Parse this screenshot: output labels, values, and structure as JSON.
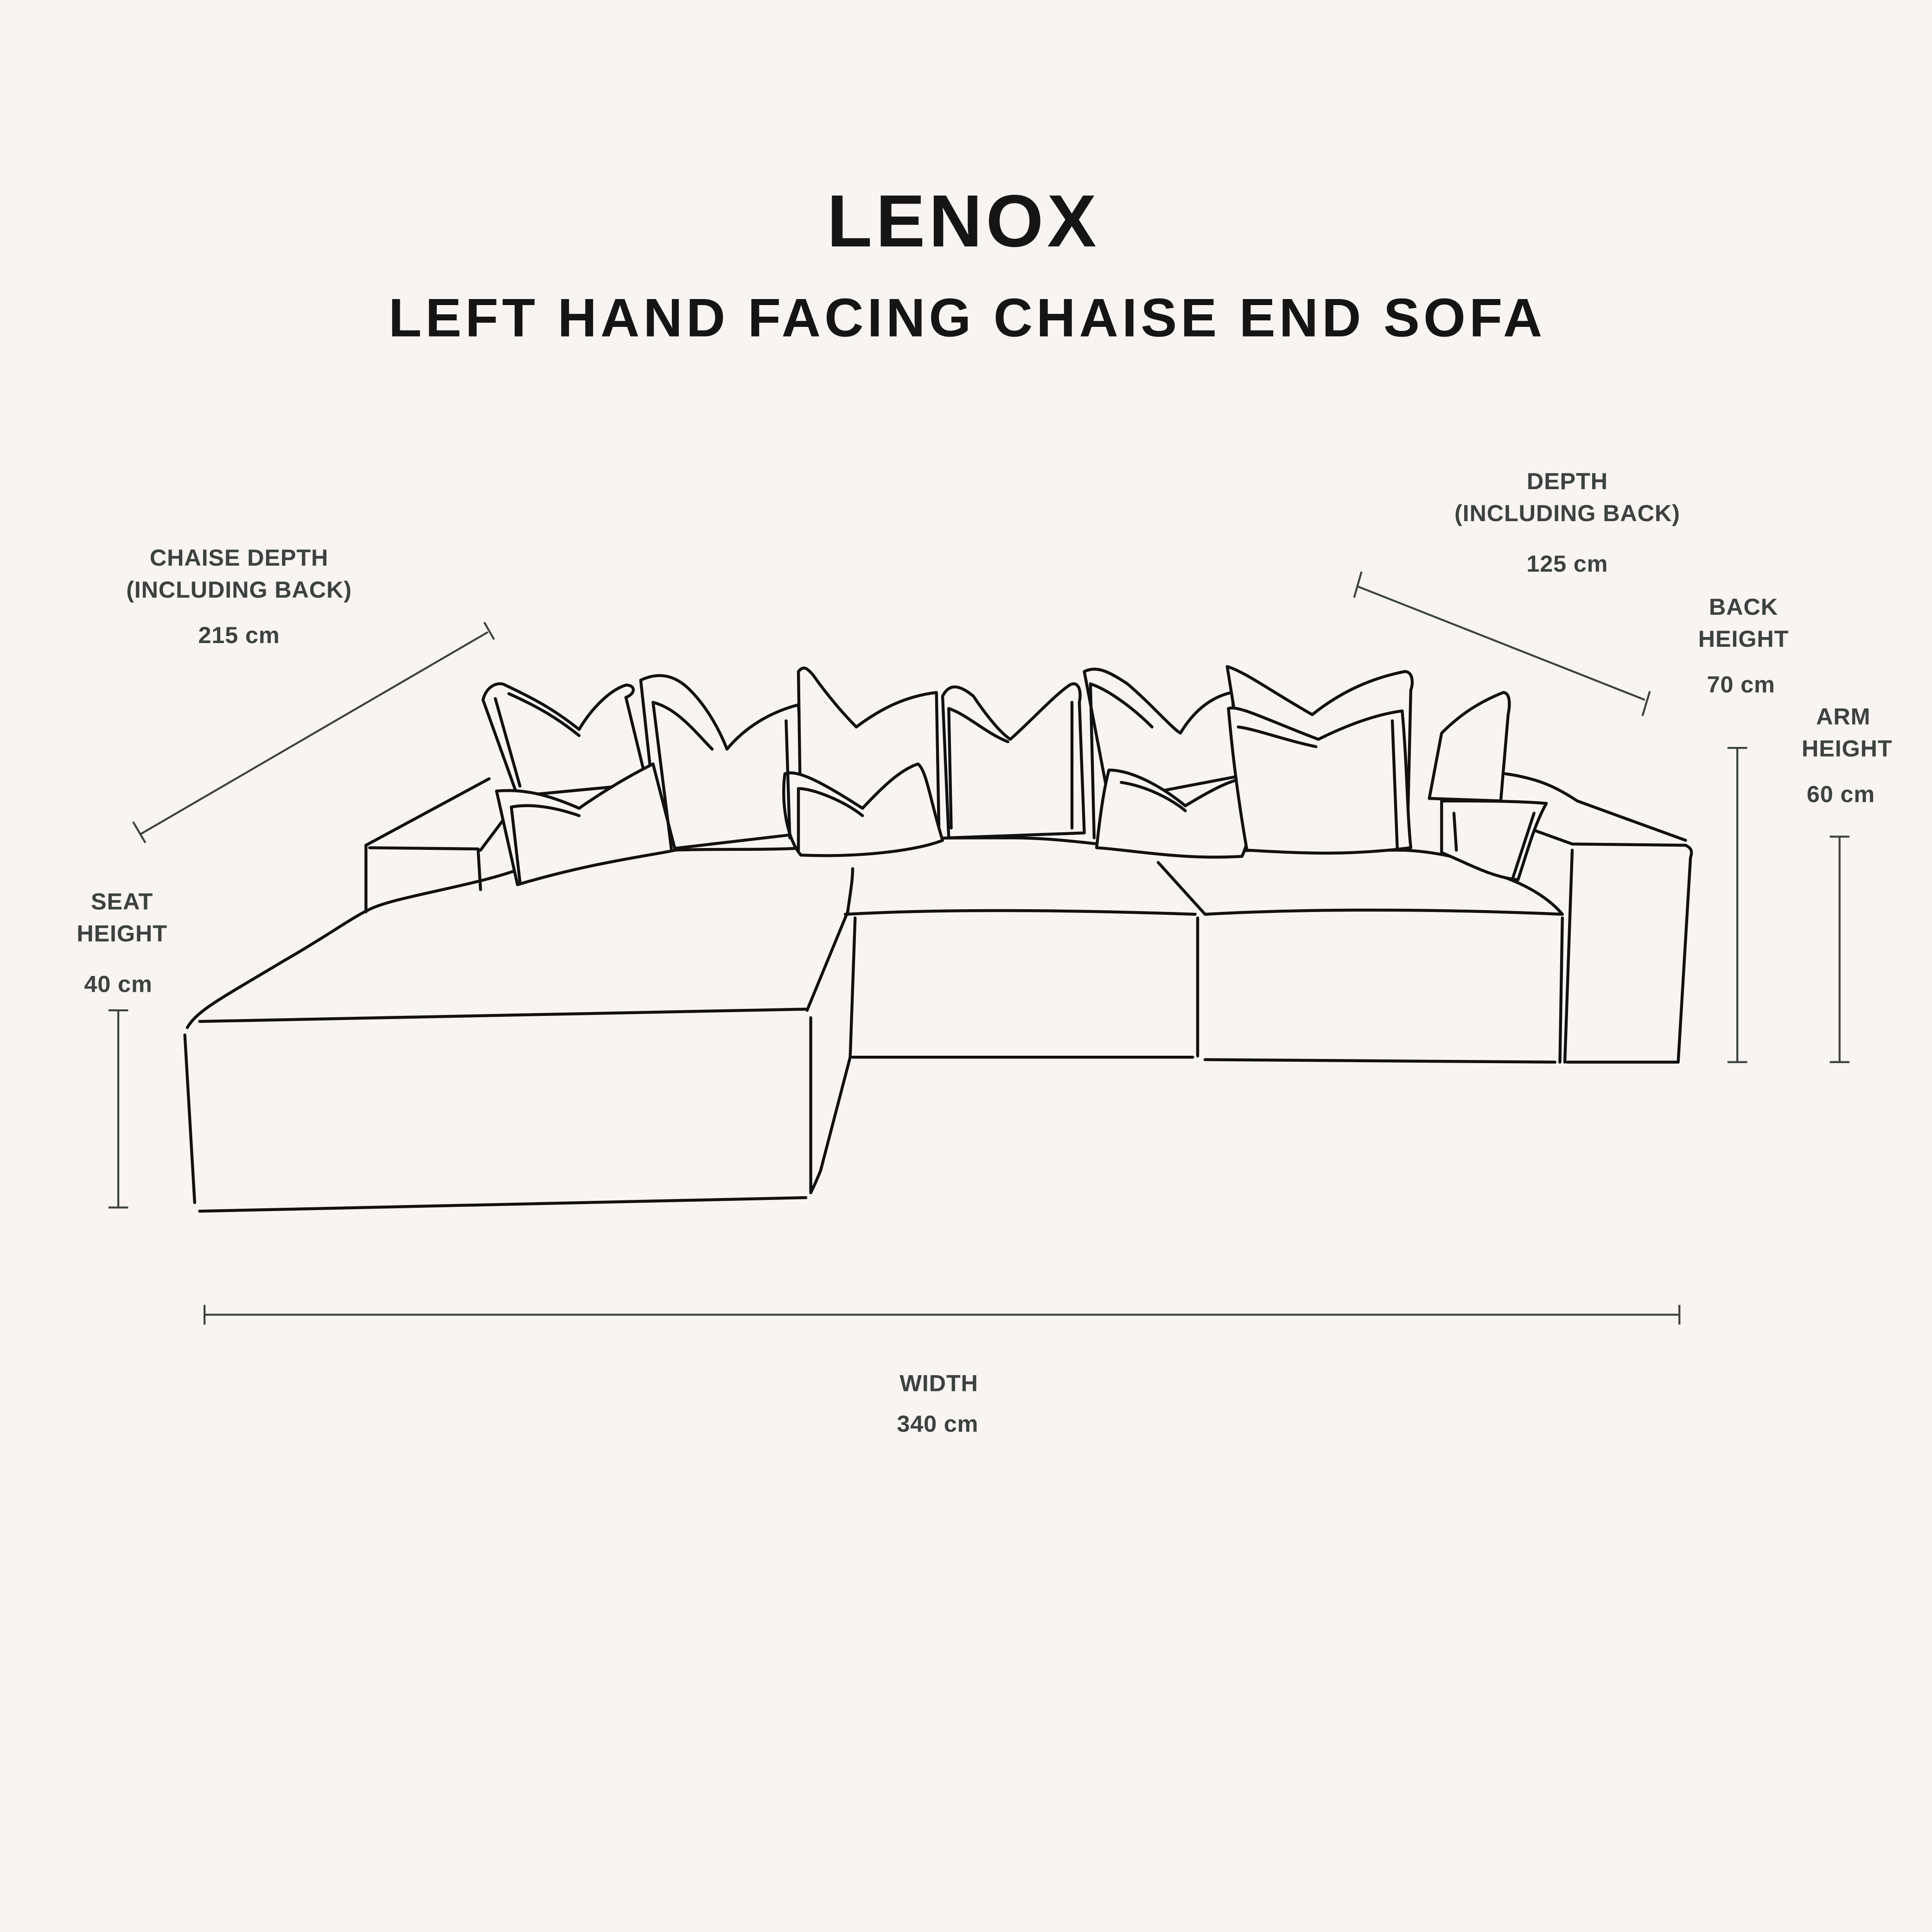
{
  "colors": {
    "background": "#f7f4f2",
    "title_text": "#151515",
    "label_text": "#3d4240",
    "outline": "#111111"
  },
  "header": {
    "title": "LENOX",
    "subtitle": "LEFT HAND FACING CHAISE END SOFA"
  },
  "dimensions": {
    "chaise_depth": {
      "label_line1": "CHAISE DEPTH",
      "label_line2": "(INCLUDING BACK)",
      "value": "215 cm"
    },
    "depth": {
      "label_line1": "DEPTH",
      "label_line2": "(INCLUDING BACK)",
      "value": "125 cm"
    },
    "back_height": {
      "label_line1": "BACK",
      "label_line2": "HEIGHT",
      "value": "70 cm"
    },
    "arm_height": {
      "label_line1": "ARM",
      "label_line2": "HEIGHT",
      "value": "60 cm"
    },
    "seat_height": {
      "label_line1": "SEAT",
      "label_line2": "HEIGHT",
      "value": "40 cm"
    },
    "width": {
      "label_line1": "WIDTH",
      "value": "340 cm"
    }
  },
  "illustration": {
    "subject": "sofa-line-drawing",
    "cushion_count": 12,
    "seat_modules": 3
  }
}
